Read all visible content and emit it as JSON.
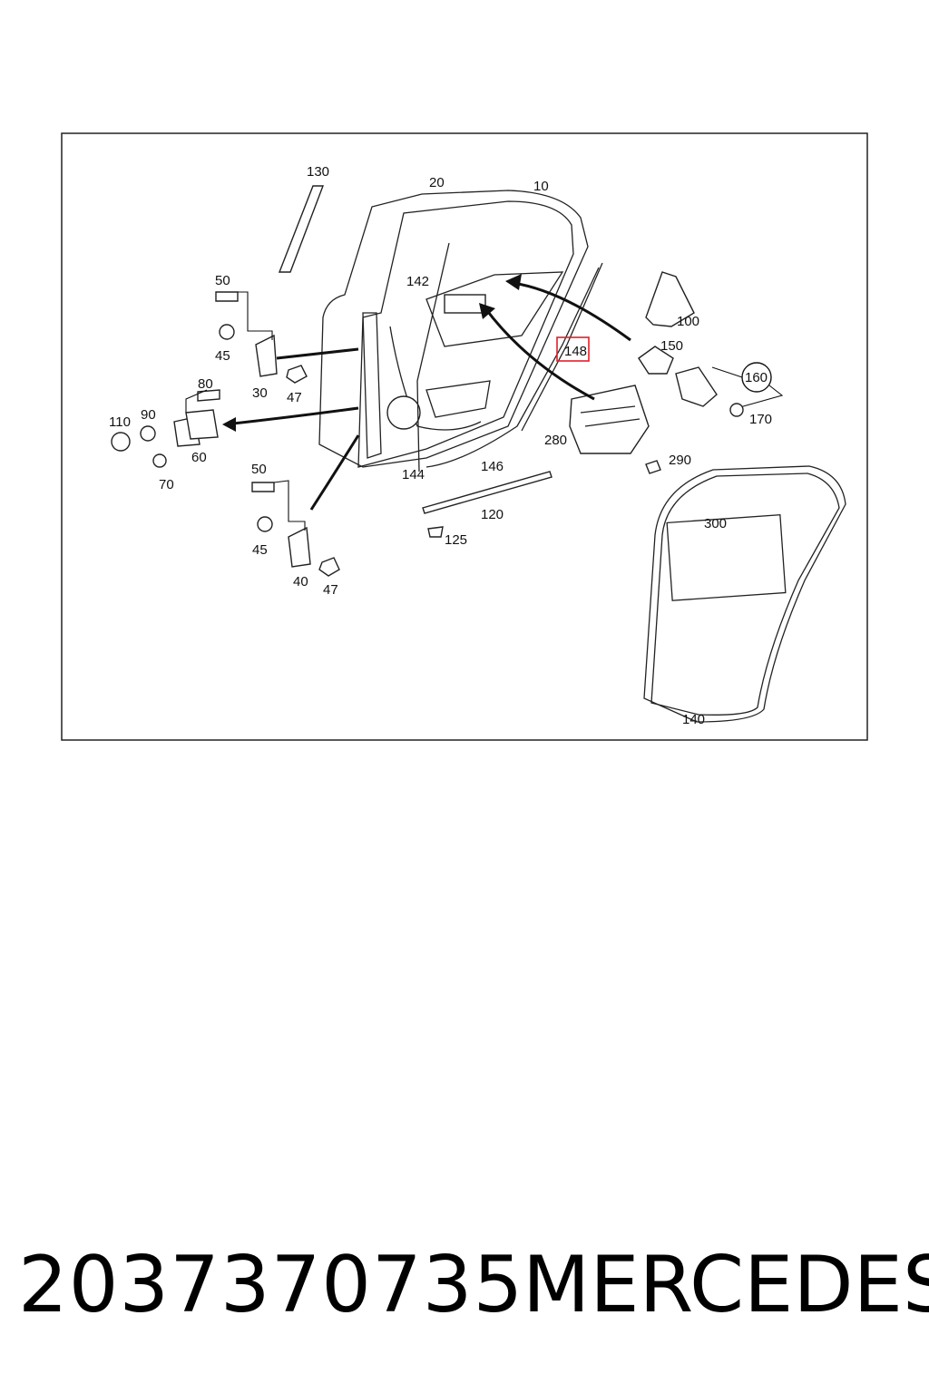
{
  "callouts": {
    "c130": "130",
    "c20": "20",
    "c10": "10",
    "c50a": "50",
    "c45a": "45",
    "c30": "30",
    "c47a": "47",
    "c142": "142",
    "c148": "148",
    "c100": "100",
    "c150": "150",
    "c160": "160",
    "c170": "170",
    "c80": "80",
    "c90": "90",
    "c110": "110",
    "c60": "60",
    "c70": "70",
    "c280": "280",
    "c290": "290",
    "c144": "144",
    "c146": "146",
    "c50b": "50",
    "c45b": "45",
    "c40": "40",
    "c47b": "47",
    "c120": "120",
    "c125": "125",
    "c300": "300",
    "c140": "140"
  },
  "highlight_color": "#e0202a",
  "footer": {
    "part_number": "2037370735",
    "brand": "MERCEDES"
  }
}
